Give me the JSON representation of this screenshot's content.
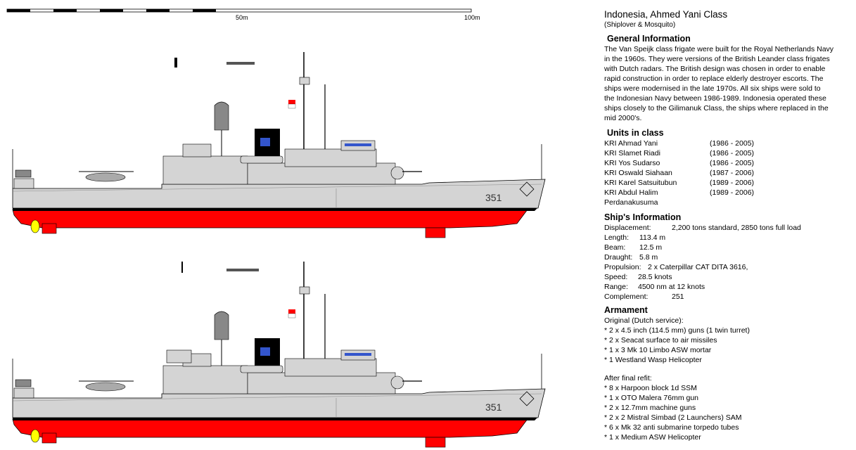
{
  "scale_bar": {
    "mid_label": "50m",
    "end_label": "100m"
  },
  "pennant": "351",
  "title": "Indonesia, Ahmed Yani Class",
  "credit": "(Shiplover & Mosquito)",
  "general": {
    "heading": "General Information",
    "lines": [
      "The Van Speijk class frigate were built for the Royal Netherlands Navy",
      "in the 1960s. They were versions of the British Leander class frigates",
      "with Dutch radars. The British design was chosen in order to enable",
      "rapid construction in order to replace elderly destroyer escorts. The",
      "ships were modernised in the late 1970s. All six ships were sold to",
      "the Indonesian Navy between 1986-1989. Indonesia operated these",
      "ships closely to the Gilimanuk Class, the ships where replaced in the",
      "mid 2000's."
    ]
  },
  "units": {
    "heading": "Units in class",
    "items": [
      {
        "name": "KRI  Ahmad Yani",
        "years": "(1986 - 2005)"
      },
      {
        "name": "KRI  Slamet Riadi",
        "years": "(1986 - 2005)"
      },
      {
        "name": "KRI  Yos Sudarso",
        "years": "(1986 - 2005)"
      },
      {
        "name": "KRI  Oswald Siahaan",
        "years": "(1987 - 2006)"
      },
      {
        "name": "KRI  Karel Satsuitubun",
        "years": "(1989 - 2006)"
      },
      {
        "name": "KRI  Abdul Halim Perdanakusuma",
        "years": "(1989 - 2006)"
      }
    ]
  },
  "ship_info": {
    "heading": "Ship's Information",
    "rows": [
      {
        "label": "Displacement:",
        "value": "2,200 tons standard, 2850 tons full load"
      },
      {
        "label": "Length:",
        "value": "113.4 m"
      },
      {
        "label": "Beam:",
        "value": "12.5 m"
      },
      {
        "label": "Draught:",
        "value": "5.8 m"
      },
      {
        "label": "Propulsion:",
        "value": "2 x Caterpillar CAT DITA 3616,"
      },
      {
        "label": "Speed:",
        "value": "28.5 knots"
      },
      {
        "label": "Range:",
        "value": "4500 nm at 12 knots"
      },
      {
        "label": "Complement:",
        "value": "251"
      }
    ]
  },
  "armament": {
    "heading": "Armament",
    "original_title": "Original (Dutch service):",
    "original": [
      "* 2 x 4.5 inch (114.5 mm) guns (1 twin turret)",
      "* 2 x Seacat surface to air missiles",
      "* 1 x 3 Mk 10 Limbo ASW mortar",
      "* 1 Westland Wasp Helicopter"
    ],
    "refit_title": "After final refit:",
    "refit": [
      "* 8 x Harpoon block 1d SSM",
      "* 1 x OTO Malera 76mm gun",
      "* 2 x 12.7mm machine guns",
      "* 2 x 2 Mistral Simbad (2 Launchers) SAM",
      "* 6 x Mk 32 anti submarine torpedo tubes",
      "* 1 x Medium ASW Helicopter"
    ]
  }
}
